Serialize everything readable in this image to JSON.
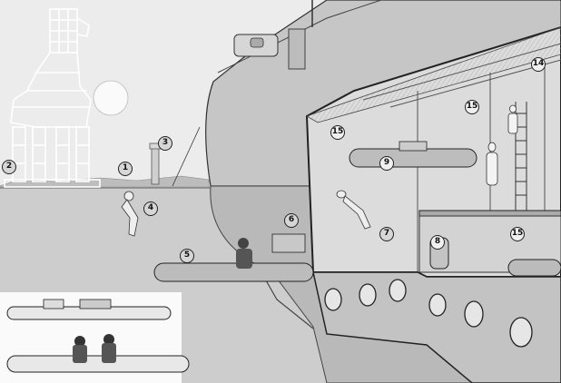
{
  "callouts": {
    "c1": "1",
    "c2": "2",
    "c3": "3",
    "c4": "4",
    "c5": "5",
    "c6": "6",
    "c7": "7",
    "c8": "8",
    "c9": "9",
    "c14": "14",
    "c15a": "15",
    "c15b": "15",
    "c15c": "15"
  },
  "colors": {
    "sea": "#cfcfcf",
    "sky": "#ededed",
    "hull": "#c7c7c7",
    "interior": "#dcdcdc",
    "ink": "#2a2a2a"
  }
}
